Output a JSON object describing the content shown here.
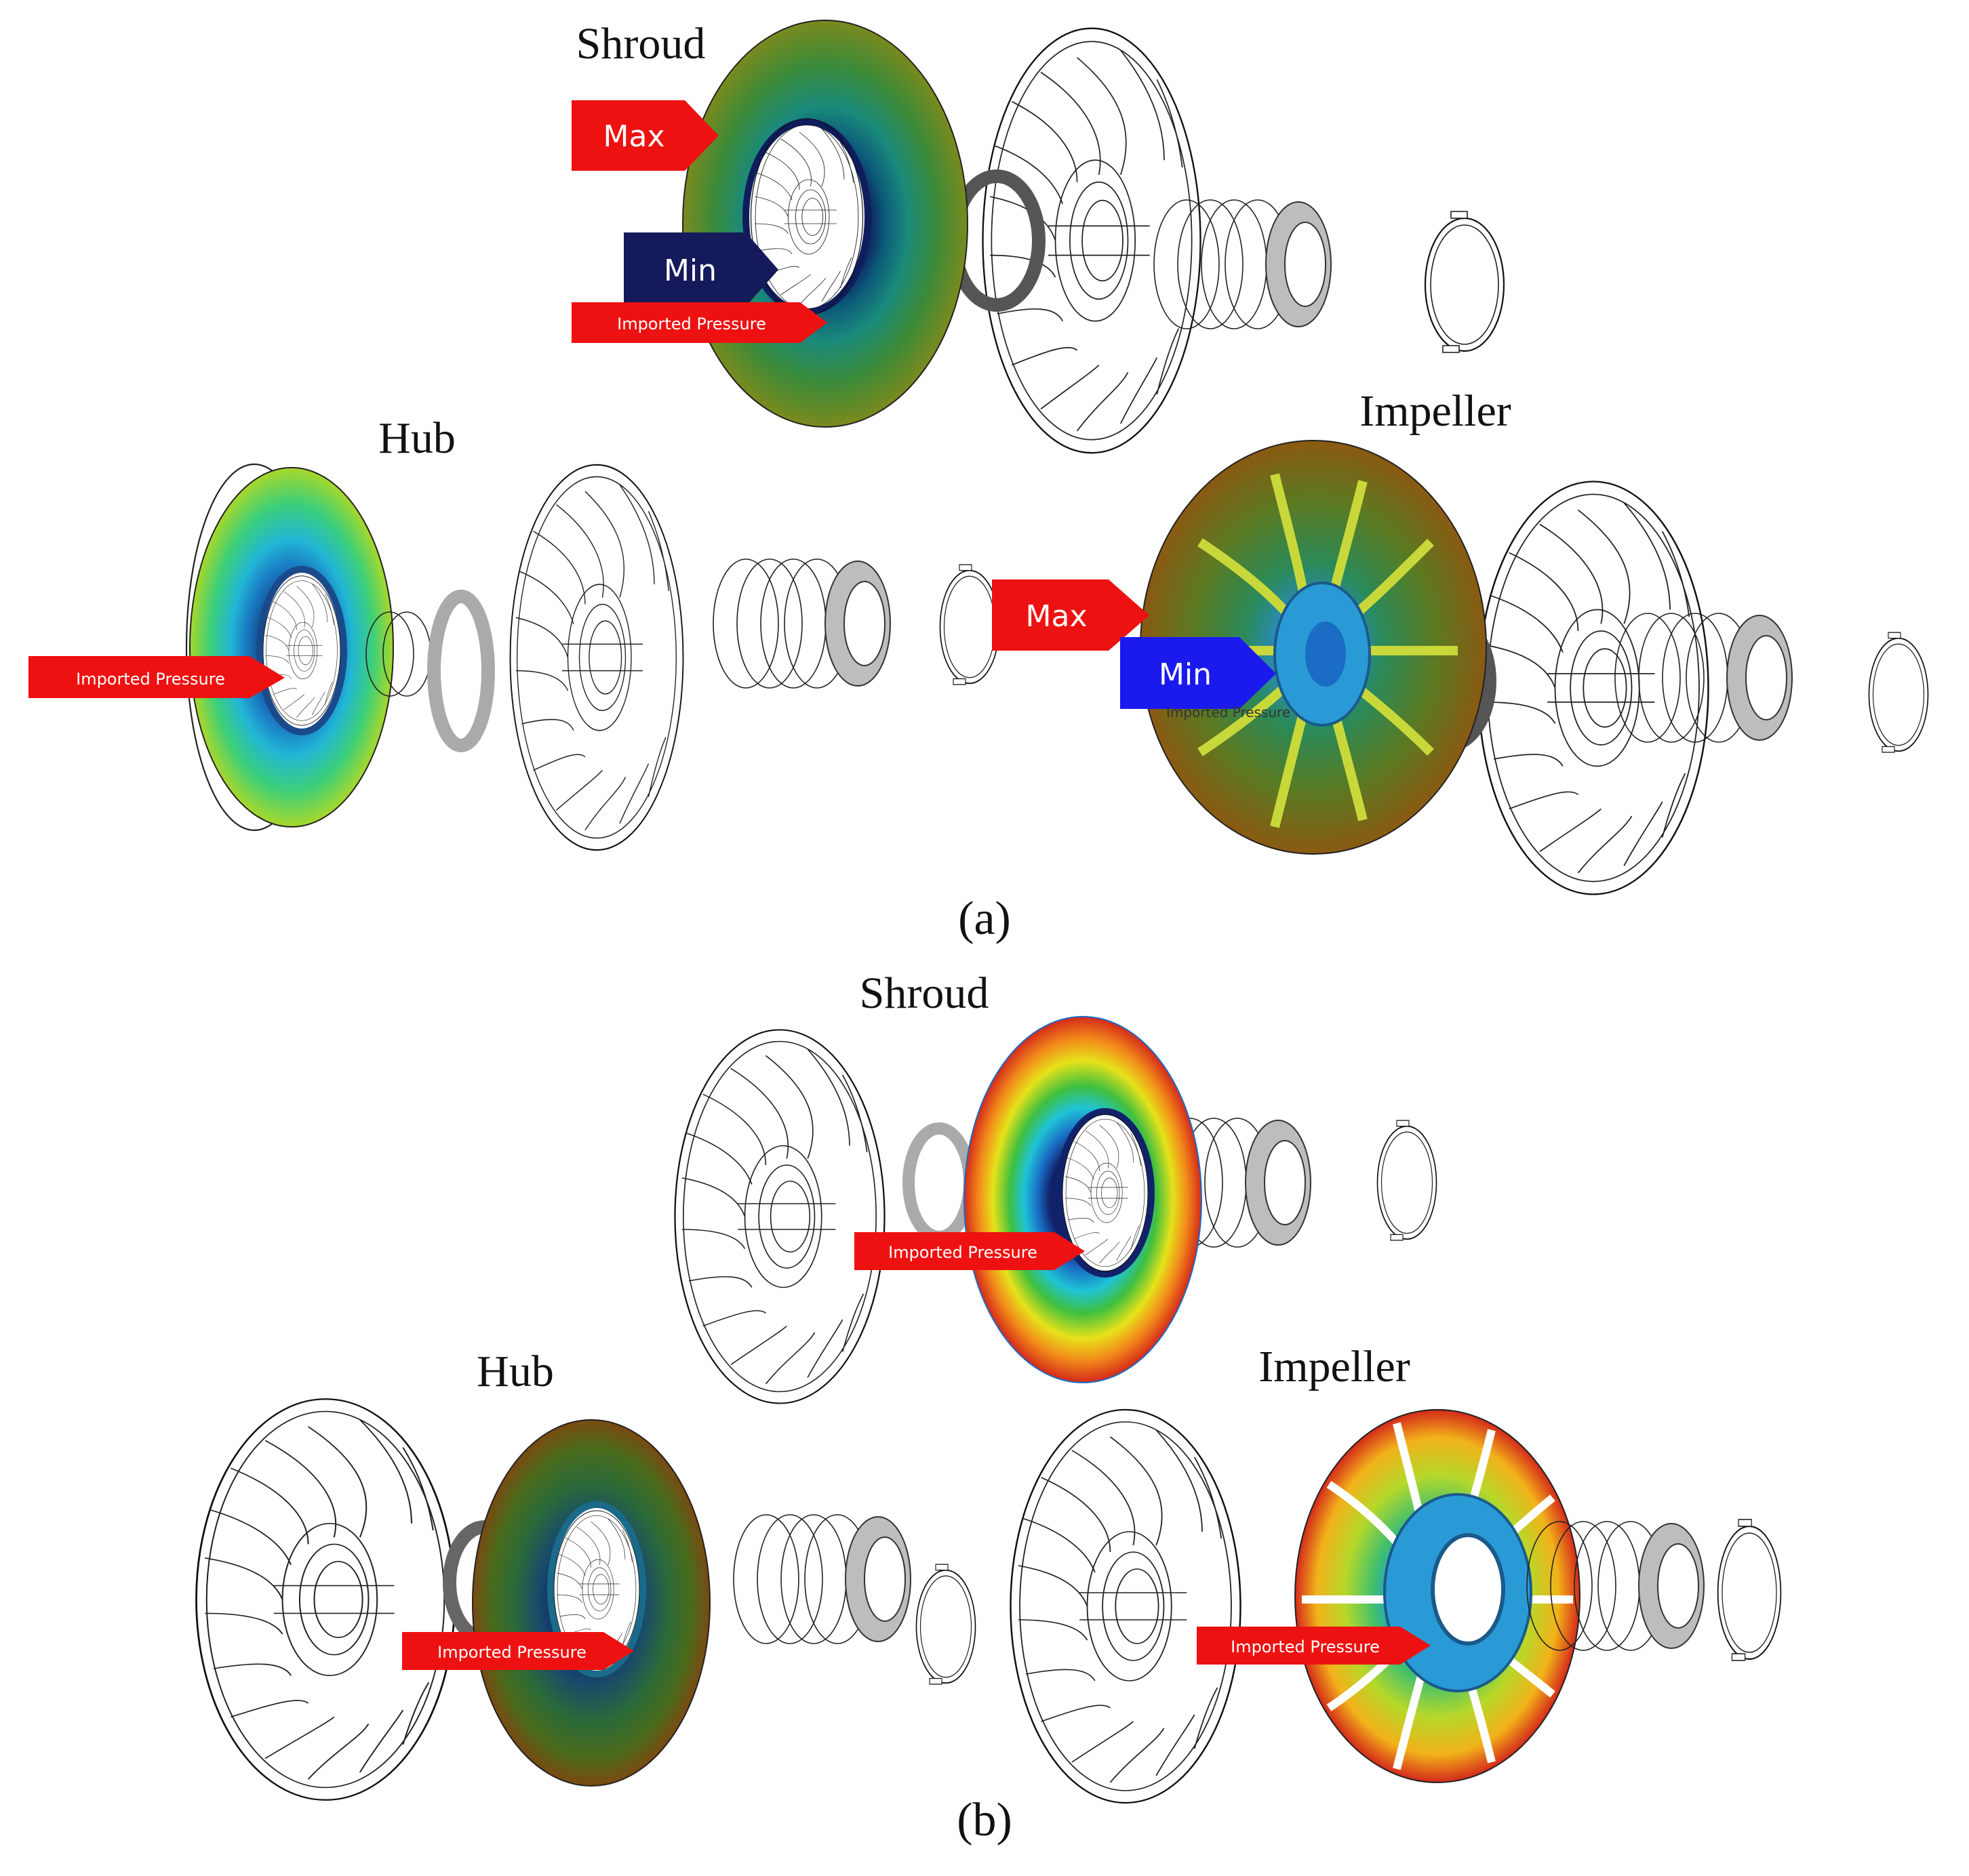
{
  "panel_a": {
    "label": "(a)",
    "shroud": {
      "title": "Shroud",
      "tag_max": "Max",
      "tag_min": "Min",
      "tag_pressure": "Imported Pressure"
    },
    "hub": {
      "title": "Hub",
      "tag_pressure": "Imported Pressure"
    },
    "impeller": {
      "title": "Impeller",
      "tag_max": "Max",
      "tag_min": "Min",
      "tag_pressure": "Imported Pressure"
    }
  },
  "panel_b": {
    "label": "(b)",
    "shroud": {
      "title": "Shroud",
      "tag_pressure": "Imported Pressure"
    },
    "hub": {
      "title": "Hub",
      "tag_pressure": "Imported Pressure"
    },
    "impeller": {
      "title": "Impeller",
      "tag_pressure": "Imported Pressure"
    }
  },
  "colors": {
    "tag_red": "#ee1111",
    "tag_navy": "#141a5a",
    "tag_blue": "#1a1aee",
    "contour_red": "#d42a1a",
    "contour_orange": "#f28a1a",
    "contour_yellow": "#e6e21a",
    "contour_green": "#3fbf3f",
    "contour_cyan": "#1fc4d6",
    "contour_blue": "#1a6cc4",
    "contour_navy": "#12226a",
    "contour_olive": "#5a7a22"
  }
}
